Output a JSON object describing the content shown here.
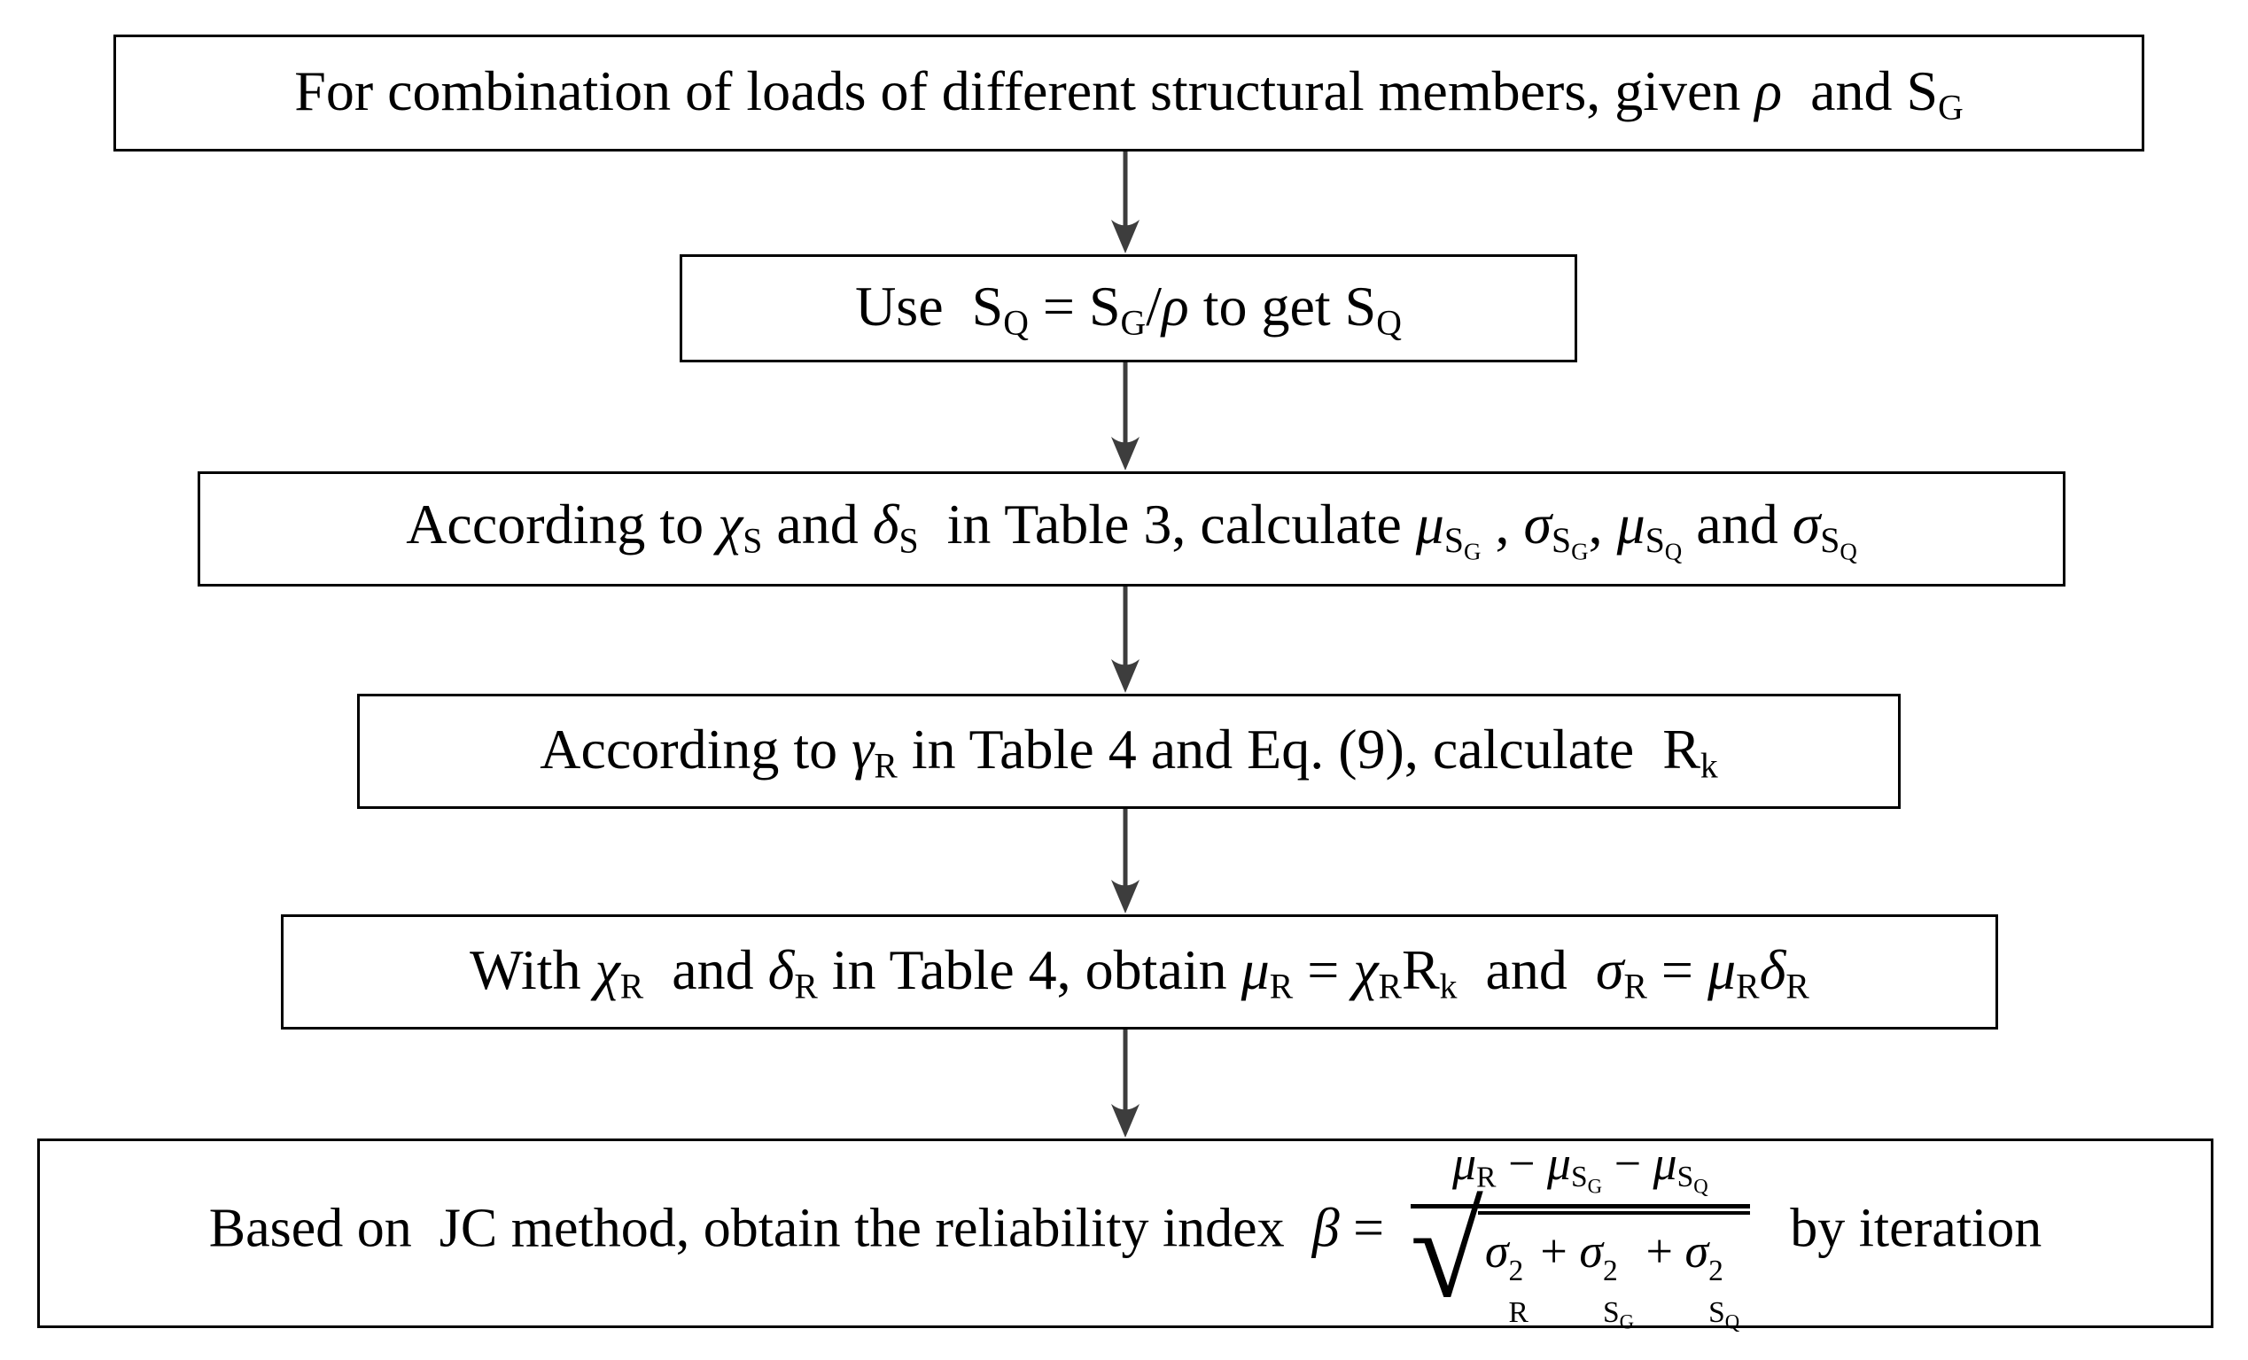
{
  "colors": {
    "background": "#ffffff",
    "box_border": "#000000",
    "text": "#000000",
    "arrow": "#3d3d3d"
  },
  "flowchart": {
    "box1": {
      "t1": "For combination of loads of different structural members, given ",
      "rho": "ρ",
      "t2": "  and ",
      "S": "S",
      "G": "G"
    },
    "box2": {
      "t1": "Use  ",
      "S1": "S",
      "Q1": "Q",
      "eq": " = ",
      "S2": "S",
      "G": "G",
      "slash": "/",
      "rho": "ρ",
      "t2": " to get ",
      "S3": "S",
      "Q2": "Q"
    },
    "box3": {
      "t1": "According to ",
      "chi": "χ",
      "chiSub": "S",
      "t2": " and ",
      "delta": "δ",
      "deltaSub": "S",
      "t3": "  in Table 3, calculate ",
      "mu1": "μ",
      "mu1S": "S",
      "mu1G": "G",
      "c1": " , ",
      "sigma1": "σ",
      "sigma1S": "S",
      "sigma1G": "G",
      "c2": ", ",
      "mu2": "μ",
      "mu2S": "S",
      "mu2Q": "Q",
      "t4": " and ",
      "sigma2": "σ",
      "sigma2S": "S",
      "sigma2Q": "Q"
    },
    "box4": {
      "t1": "According to ",
      "gamma": "γ",
      "gammaSub": "R",
      "t2": " in Table 4 and Eq. (9), calculate  ",
      "R": "R",
      "RSub": "k"
    },
    "box5": {
      "t1": "With ",
      "chi": "χ",
      "chiSub": "R",
      "t2": "  and ",
      "delta": "δ",
      "deltaSub": "R",
      "t3": " in Table 4, obtain ",
      "mu1": "μ",
      "mu1Sub": "R",
      "eq1": " = ",
      "chi2": "χ",
      "chi2Sub": "R",
      "R": "R",
      "RSub": "k",
      "t4": "  and  ",
      "sigma": "σ",
      "sigmaSub": "R",
      "eq2": " = ",
      "mu2": "μ",
      "mu2Sub": "R",
      "delta2": "δ",
      "delta2Sub": "R"
    },
    "box6": {
      "t1": "Based on  JC method, obtain the reliability index  ",
      "beta": "β",
      "eq": " = ",
      "num": {
        "mu1": "μ",
        "mu1Sub": "R",
        "m1": " − ",
        "mu2": "μ",
        "mu2S": "S",
        "mu2G": "G",
        "m2": " − ",
        "mu3": "μ",
        "mu3S": "S",
        "mu3Q": "Q"
      },
      "radical": "√",
      "den": {
        "s1": "σ",
        "s1Sup": "2",
        "s1Sub": "R",
        "p1": " + ",
        "s2": "σ",
        "s2Sup": "2",
        "s2S": "S",
        "s2G": "G",
        "p2": " + ",
        "s3": "σ",
        "s3Sup": "2",
        "s3S": "S",
        "s3Q": "Q"
      },
      "t2": "  by iteration"
    }
  }
}
